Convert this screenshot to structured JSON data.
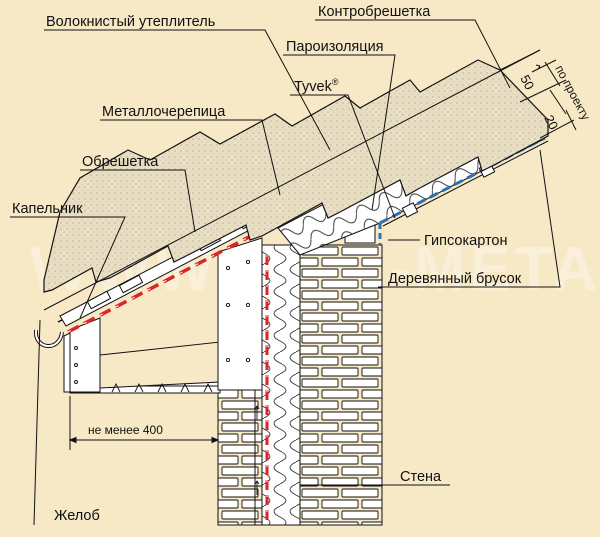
{
  "labels": {
    "fiber_insulation": "Волокнистый утеплитель",
    "counter_batten": "Контробрешетка",
    "vapor_barrier": "Пароизоляция",
    "tyvek": "Tyvek",
    "tyvek_mark": "®",
    "metal_tile": "Металлочерепица",
    "batten": "Обрешетка",
    "drip_edge": "Капельник",
    "gypsum_board": "Гипсокартон",
    "wooden_bar": "Деревянный брусок",
    "wall": "Стена",
    "gutter": "Желоб"
  },
  "dimensions": {
    "gap_50": "50",
    "gap_20": "20",
    "by_project": "по проекту",
    "overhang_min": "не менее 400"
  },
  "watermark": "WWW.SITE-METAL.RU",
  "colors": {
    "background": "#f7e8c6",
    "wind_membrane": "#d9262b",
    "vapor_barrier": "#2e6fb5",
    "insulation": "#ffffff",
    "tile": "#e9ddc2",
    "brick": "#ffffff",
    "lines": "#111111"
  }
}
